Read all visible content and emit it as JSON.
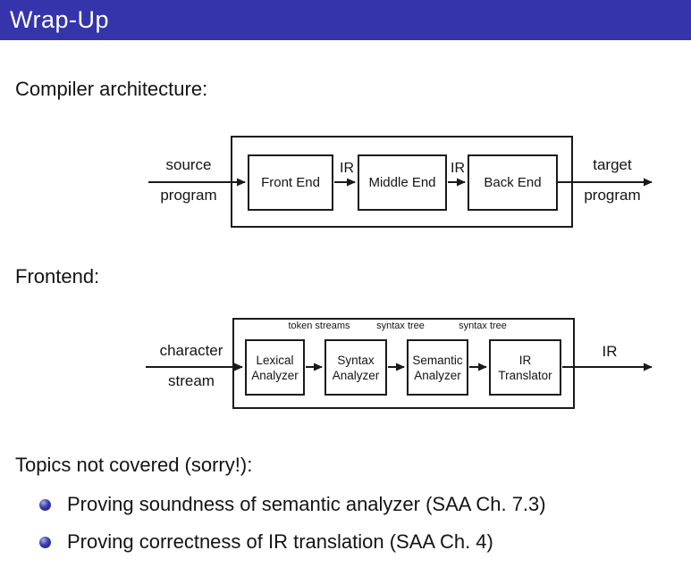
{
  "slide": {
    "title": "Wrap-Up",
    "colors": {
      "header_bg": "#3534ab",
      "header_text": "#ffffff",
      "bullet_ball": "#2e2e96",
      "diagram_line": "#1a1a1a"
    }
  },
  "sections": {
    "compiler_heading": "Compiler architecture:",
    "frontend_heading": "Frontend:",
    "topics_heading": "Topics not covered (sorry!):"
  },
  "bullets": [
    "Proving soundness of semantic analyzer (SAA Ch. 7.3)",
    "Proving correctness of IR translation (SAA Ch. 4)"
  ],
  "diagram_compiler": {
    "input_label_top": "source",
    "input_label_bottom": "program",
    "boxes": [
      "Front End",
      "Middle End",
      "Back End"
    ],
    "arrow_labels": [
      "IR",
      "IR"
    ],
    "output_label_top": "target",
    "output_label_bottom": "program"
  },
  "diagram_frontend": {
    "input_label_top": "character",
    "input_label_bottom": "stream",
    "boxes": [
      [
        "Lexical",
        "Analyzer"
      ],
      [
        "Syntax",
        "Analyzer"
      ],
      [
        "Semantic",
        "Analyzer"
      ],
      [
        "IR",
        "Translator"
      ]
    ],
    "stream_labels": [
      "token streams",
      "syntax tree",
      "syntax tree"
    ],
    "output_label": "IR"
  }
}
